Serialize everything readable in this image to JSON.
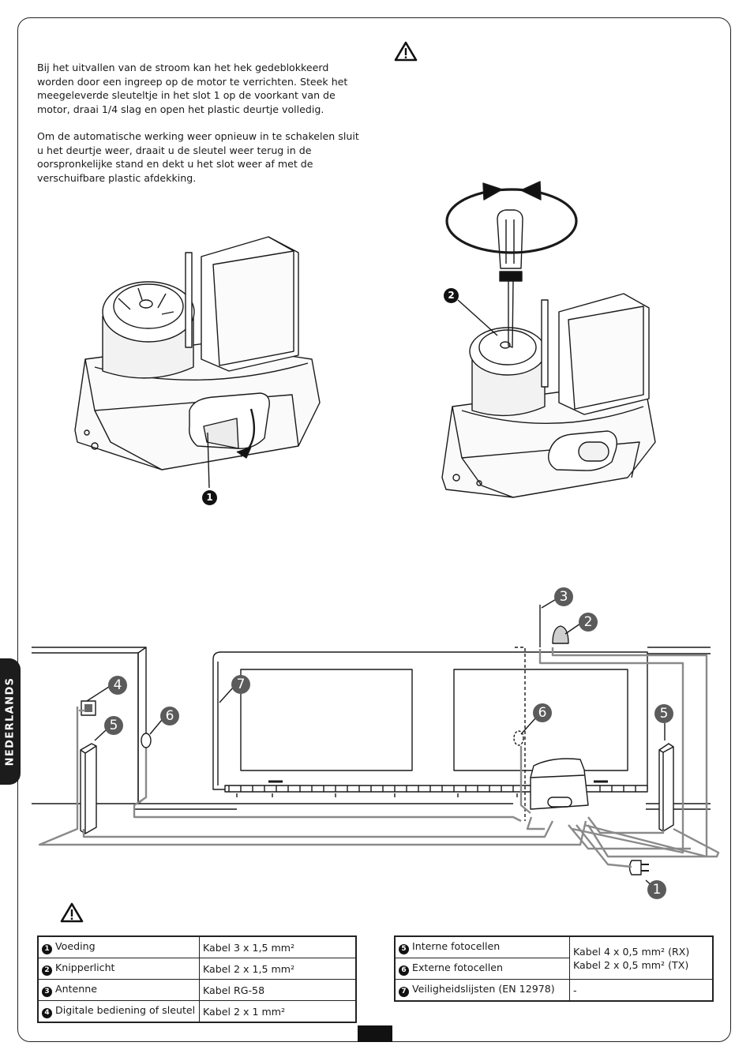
{
  "intro": {
    "paragraph1": "Bij het uitvallen van de stroom kan het hek gedeblokkeerd worden door een ingreep op de motor te verrichten. Steek het meegeleverde sleuteltje in het slot 1 op de voorkant van de motor, draai 1/4 slag en open het plastic deurtje volledig.",
    "paragraph2": "Om de automatische werking weer opnieuw in te schakelen sluit u het deurtje weer, draait u de sleutel weer terug in de oorspronkelijke stand en dekt u het slot weer af met de verschuifbare plastic afdekking."
  },
  "side_tab": {
    "label": "NEDERLANDS"
  },
  "callouts": {
    "c1": "1",
    "c2": "2",
    "c3": "3",
    "c4": "4",
    "c5": "5",
    "c6": "6",
    "c7": "7"
  },
  "table_left": {
    "rows": [
      {
        "num": "1",
        "label": "Voeding",
        "cable": "Kabel 3 x 1,5 mm²"
      },
      {
        "num": "2",
        "label": "Knipperlicht",
        "cable": "Kabel 2 x 1,5 mm²"
      },
      {
        "num": "3",
        "label": "Antenne",
        "cable": "Kabel RG-58"
      },
      {
        "num": "4",
        "label": "Digitale bediening of sleutel",
        "cable": "Kabel 2 x 1 mm²"
      }
    ]
  },
  "table_right": {
    "rows": [
      {
        "num": "5",
        "label": "Interne fotocellen"
      },
      {
        "num": "6",
        "label": "Externe fotocellen"
      },
      {
        "num": "7",
        "label": "Veiligheidslijsten (EN 12978)",
        "cable": "-"
      }
    ],
    "shared_cable_line1": "Kabel 4 x 0,5 mm² (RX)",
    "shared_cable_line2": "Kabel 2 x 0,5 mm² (TX)"
  },
  "colors": {
    "ink": "#1a1a1a",
    "wire": "#8a8a8a",
    "tab": "#1c1c1c"
  },
  "icons": [
    "warning-triangle-icon",
    "rotate-arrows-icon",
    "screwdriver-icon",
    "power-plug-icon",
    "flashing-light-icon",
    "antenna-icon",
    "keypad-icon",
    "photocell-icon"
  ]
}
